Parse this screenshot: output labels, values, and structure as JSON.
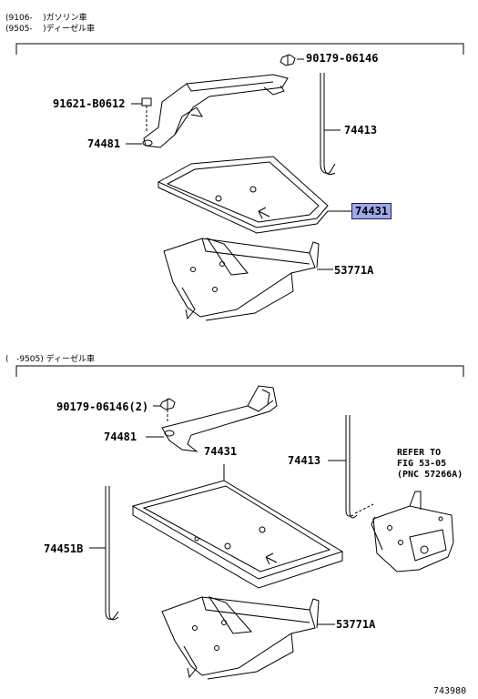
{
  "header_top": {
    "line1_code": "(9106-",
    "line1_text": ")ガソリン車",
    "line2_code": "(9505-",
    "line2_text": ")ディーゼル車"
  },
  "header_bottom": {
    "code": "(   -9505)",
    "text": "ディーゼル車"
  },
  "top_section": {
    "nut_label": "90179-06146",
    "bolt_label": "91621-B0612",
    "clamp_label": "74481",
    "rod_label": "74413",
    "tray_label": "74431",
    "bracket_label": "53771A"
  },
  "bottom_section": {
    "nut_label": "90179-06146(2)",
    "clamp_label": "74481",
    "tray_label": "74431",
    "rod_label": "74413",
    "long_rod_label": "74451B",
    "bracket_label": "53771A",
    "refer_line1": "REFER TO",
    "refer_line2": "FIG 53-05",
    "refer_line3": "(PNC 57266A)"
  },
  "diagram_number": "743980",
  "highlight_color": "#9fa8e8"
}
